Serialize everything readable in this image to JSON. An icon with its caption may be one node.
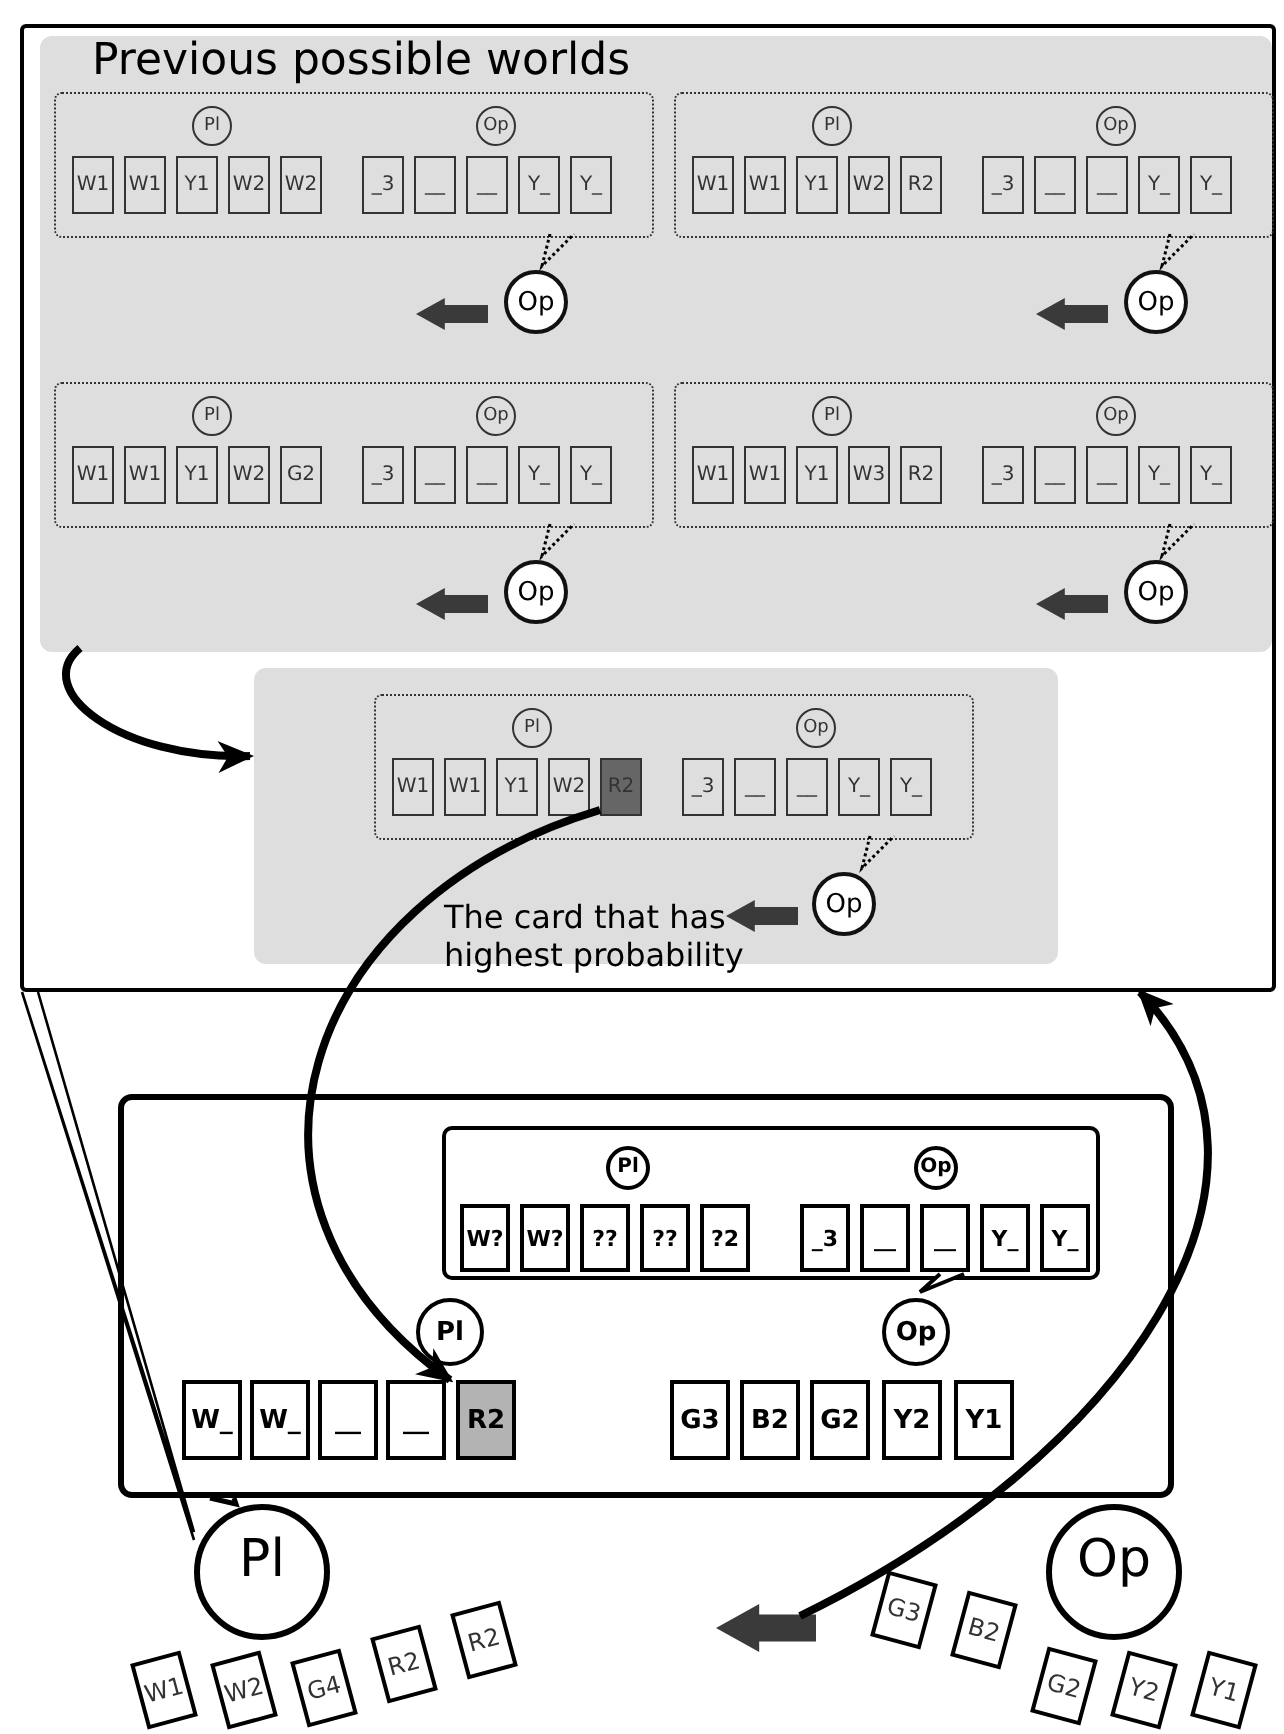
{
  "diagram": {
    "nodes": [
      {
        "text": [],
        "shape": "box"
      },
      {
        "text": [
          "Previous possible worlds"
        ],
        "in": 0
      },
      {
        "text": [],
        "shape": "box",
        "in": 1
      },
      {
        "text": [
          "Pl"
        ],
        "in": 2
      },
      {
        "text": [
          "Op"
        ],
        "in": 2
      },
      {
        "text": [
          "W1"
        ],
        "in": 2
      },
      {
        "text": [
          "W1"
        ],
        "in": 2
      },
      {
        "text": [
          "Y1"
        ],
        "in": 2
      },
      {
        "text": [
          "W2"
        ],
        "in": 2
      },
      {
        "text": [
          "W2"
        ],
        "in": 2
      },
      {
        "text": [
          "_3"
        ],
        "in": 2
      },
      {
        "text": [
          "__"
        ],
        "in": 2
      },
      {
        "text": [
          "__"
        ],
        "in": 2
      },
      {
        "text": [
          "Y_"
        ],
        "in": 2
      },
      {
        "text": [
          "Y_"
        ],
        "in": 2
      },
      {
        "text": [
          "Op"
        ],
        "in": 1
      },
      {
        "text": [],
        "shape": "box",
        "in": 1
      },
      {
        "text": [
          "Pl"
        ],
        "in": 16
      },
      {
        "text": [
          "Op"
        ],
        "in": 16
      },
      {
        "text": [
          "W1"
        ],
        "in": 16
      },
      {
        "text": [
          "W1"
        ],
        "in": 16
      },
      {
        "text": [
          "Y1"
        ],
        "in": 16
      },
      {
        "text": [
          "W2"
        ],
        "in": 16
      },
      {
        "text": [
          "R2"
        ],
        "in": 16
      },
      {
        "text": [
          "_3"
        ],
        "in": 16
      },
      {
        "text": [
          "__"
        ],
        "in": 16
      },
      {
        "text": [
          "__"
        ],
        "in": 16
      },
      {
        "text": [
          "Y_"
        ],
        "in": 16
      },
      {
        "text": [
          "Y_"
        ],
        "in": 16
      },
      {
        "text": [
          "Op"
        ],
        "in": 1
      },
      {
        "text": [],
        "shape": "box",
        "in": 1
      },
      {
        "text": [
          "Pl"
        ],
        "in": 30
      },
      {
        "text": [
          "Op"
        ],
        "in": 30
      },
      {
        "text": [
          "W1"
        ],
        "in": 30
      },
      {
        "text": [
          "W1"
        ],
        "in": 30
      },
      {
        "text": [
          "Y1"
        ],
        "in": 30
      },
      {
        "text": [
          "W2"
        ],
        "in": 30
      },
      {
        "text": [
          "G2"
        ],
        "in": 30
      },
      {
        "text": [
          "_3"
        ],
        "in": 30
      },
      {
        "text": [
          "__"
        ],
        "in": 30
      },
      {
        "text": [
          "__"
        ],
        "in": 30
      },
      {
        "text": [
          "Y_"
        ],
        "in": 30
      },
      {
        "text": [
          "Y_"
        ],
        "in": 30
      },
      {
        "text": [
          "Op"
        ],
        "in": 1
      },
      {
        "text": [],
        "shape": "box",
        "in": 1
      },
      {
        "text": [
          "Pl"
        ],
        "in": 44
      },
      {
        "text": [
          "Op"
        ],
        "in": 44
      },
      {
        "text": [
          "W1"
        ],
        "in": 44
      },
      {
        "text": [
          "W1"
        ],
        "in": 44
      },
      {
        "text": [
          "Y1"
        ],
        "in": 44
      },
      {
        "text": [
          "W3"
        ],
        "in": 44
      },
      {
        "text": [
          "R2"
        ],
        "in": 44
      },
      {
        "text": [
          "_3"
        ],
        "in": 44
      },
      {
        "text": [
          "__"
        ],
        "in": 44
      },
      {
        "text": [
          "__"
        ],
        "in": 44
      },
      {
        "text": [
          "Y_"
        ],
        "in": 44
      },
      {
        "text": [
          "Y_"
        ],
        "in": 44
      },
      {
        "text": [
          "Op"
        ],
        "in": 1
      },
      {
        "text": [],
        "shape": "box",
        "in": 0
      },
      {
        "text": [],
        "shape": "box",
        "in": 58
      },
      {
        "text": [
          "Pl"
        ],
        "in": 59
      },
      {
        "text": [
          "Op"
        ],
        "in": 59
      },
      {
        "text": [
          "W1"
        ],
        "in": 59
      },
      {
        "text": [
          "W1"
        ],
        "in": 59
      },
      {
        "text": [
          "Y1"
        ],
        "in": 59
      },
      {
        "text": [
          "W2"
        ],
        "in": 59
      },
      {
        "text": [
          "R2"
        ],
        "in": 59
      },
      {
        "text": [
          "_3"
        ],
        "in": 59
      },
      {
        "text": [
          "__"
        ],
        "in": 59
      },
      {
        "text": [
          "__"
        ],
        "in": 59
      },
      {
        "text": [
          "Y_"
        ],
        "in": 59
      },
      {
        "text": [
          "Y_"
        ],
        "in": 59
      },
      {
        "text": [
          "Op"
        ],
        "in": 58
      },
      {
        "text": [],
        "shape": "box"
      },
      {
        "text": [],
        "shape": "box",
        "in": 73
      },
      {
        "text": [
          "Pl"
        ],
        "in": 74
      },
      {
        "text": [
          "Op"
        ],
        "in": 74
      },
      {
        "text": [
          "W?"
        ],
        "in": 74
      },
      {
        "text": [
          "W?"
        ],
        "in": 74
      },
      {
        "text": [
          "??"
        ],
        "in": 74
      },
      {
        "text": [
          "??"
        ],
        "in": 74
      },
      {
        "text": [
          "?2"
        ],
        "in": 74
      },
      {
        "text": [
          "_3"
        ],
        "in": 74
      },
      {
        "text": [
          "__"
        ],
        "in": 74
      },
      {
        "text": [
          "__"
        ],
        "in": 74
      },
      {
        "text": [
          "Y_"
        ],
        "in": 74
      },
      {
        "text": [
          "Y_"
        ],
        "in": 74
      },
      {
        "text": [
          "Pl"
        ],
        "in": 73
      },
      {
        "text": [
          "Op"
        ],
        "in": 73
      },
      {
        "text": [
          "W_"
        ],
        "in": 73
      },
      {
        "text": [
          "W_"
        ],
        "in": 73
      },
      {
        "text": [
          "__"
        ],
        "in": 73
      },
      {
        "text": [
          "__"
        ],
        "in": 73
      },
      {
        "text": [
          "R2"
        ],
        "in": 73
      },
      {
        "text": [
          "G3"
        ],
        "in": 73
      },
      {
        "text": [
          "B2"
        ],
        "in": 73
      },
      {
        "text": [
          "G2"
        ],
        "in": 73
      },
      {
        "text": [
          "Y2"
        ],
        "in": 73
      },
      {
        "text": [
          "Y1"
        ],
        "in": 73
      },
      {
        "text": [
          "Pl"
        ]
      },
      {
        "text": [
          "W1"
        ]
      },
      {
        "text": [
          "W2"
        ]
      },
      {
        "text": [
          "G4"
        ]
      },
      {
        "text": [
          "R2"
        ]
      },
      {
        "text": [
          "R2"
        ]
      },
      {
        "text": [
          "Op"
        ]
      },
      {
        "text": [
          "G3"
        ]
      },
      {
        "text": [
          "B2"
        ]
      },
      {
        "text": [
          "G2"
        ]
      },
      {
        "text": [
          "Y2"
        ]
      },
      {
        "text": [
          "Y1"
        ]
      }
    ],
    "edges": [
      {
        "from": 1,
        "to": 58,
        "arrow": "to",
        "style": "thick"
      },
      {
        "from": 66,
        "to": 93,
        "arrow": "to",
        "label": "The card that has highest probability",
        "style": "thick"
      },
      {
        "from": null,
        "to": 0,
        "arrow": "to",
        "style": "thick"
      },
      {
        "from": 2,
        "to": 15,
        "arrow": "none",
        "style": "dashed"
      },
      {
        "from": 16,
        "to": 29,
        "arrow": "none",
        "style": "dashed"
      },
      {
        "from": 30,
        "to": 43,
        "arrow": "none",
        "style": "dashed"
      },
      {
        "from": 44,
        "to": 57,
        "arrow": "none",
        "style": "dashed"
      },
      {
        "from": 59,
        "to": 72,
        "arrow": "none",
        "style": "dashed"
      },
      {
        "from": 74,
        "to": 88,
        "arrow": "none"
      },
      {
        "from": 73,
        "to": 99,
        "arrow": "none"
      },
      {
        "from": 0,
        "to": 99,
        "arrow": "none"
      }
    ]
  }
}
